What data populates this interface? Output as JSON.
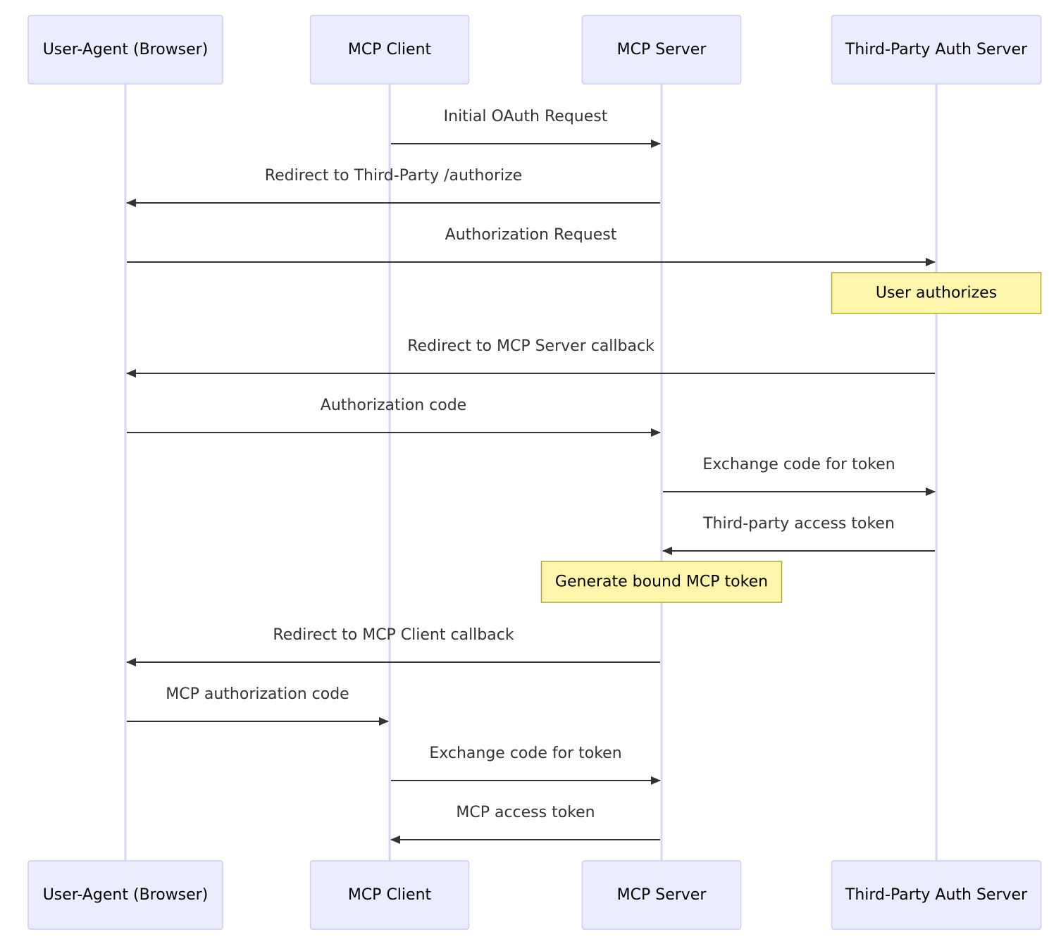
{
  "participants": [
    {
      "id": "ua",
      "label": "User-Agent (Browser)"
    },
    {
      "id": "client",
      "label": "MCP Client"
    },
    {
      "id": "server",
      "label": "MCP Server"
    },
    {
      "id": "auth",
      "label": "Third-Party Auth Server"
    }
  ],
  "steps": [
    {
      "kind": "message",
      "from": "client",
      "to": "server",
      "label": "Initial OAuth Request"
    },
    {
      "kind": "message",
      "from": "server",
      "to": "ua",
      "label": "Redirect to Third-Party /authorize"
    },
    {
      "kind": "message",
      "from": "ua",
      "to": "auth",
      "label": "Authorization Request"
    },
    {
      "kind": "note",
      "over": "auth",
      "label": "User authorizes"
    },
    {
      "kind": "message",
      "from": "auth",
      "to": "ua",
      "label": "Redirect to MCP Server callback"
    },
    {
      "kind": "message",
      "from": "ua",
      "to": "server",
      "label": "Authorization code"
    },
    {
      "kind": "message",
      "from": "server",
      "to": "auth",
      "label": "Exchange code for token"
    },
    {
      "kind": "message",
      "from": "auth",
      "to": "server",
      "label": "Third-party access token"
    },
    {
      "kind": "note",
      "over": "server",
      "label": "Generate bound MCP token"
    },
    {
      "kind": "message",
      "from": "server",
      "to": "ua",
      "label": "Redirect to MCP Client callback"
    },
    {
      "kind": "message",
      "from": "ua",
      "to": "client",
      "label": "MCP authorization code"
    },
    {
      "kind": "message",
      "from": "client",
      "to": "server",
      "label": "Exchange code for token"
    },
    {
      "kind": "message",
      "from": "server",
      "to": "client",
      "label": "MCP access token"
    }
  ],
  "colors": {
    "actor_fill": "#ECECFF",
    "actor_stroke": "#CCCCFF",
    "lifeline": "#D8D5F0",
    "message": "#333333",
    "note_fill": "#FFF5AD",
    "note_stroke": "#AAAA33"
  }
}
